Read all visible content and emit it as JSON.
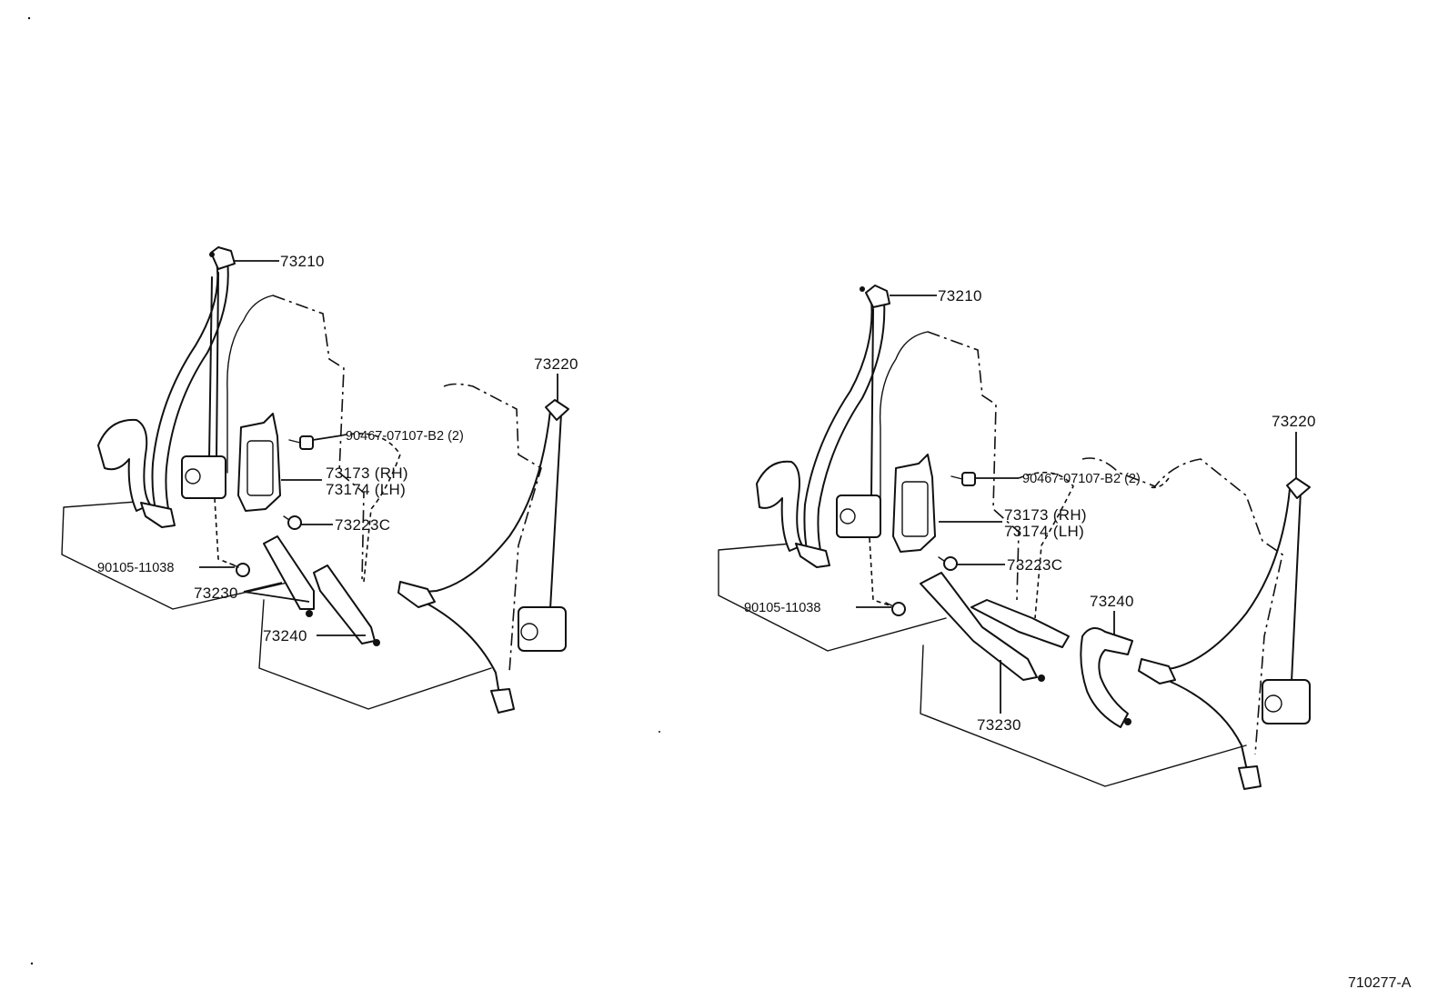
{
  "catalog_number": "710277-A",
  "left_assembly": {
    "shoulder_anchor": "73210",
    "outer_belt": "73220",
    "screw": "90467-07107-B2 (2)",
    "cover_rh": "73173 (RH)",
    "cover_lh": "73174 (LH)",
    "clip": "73223C",
    "bolt": "90105-11038",
    "buckle_inner": "73230",
    "buckle_center": "73240"
  },
  "right_assembly": {
    "shoulder_anchor": "73210",
    "outer_belt": "73220",
    "screw": "90467-07107-B2 (2)",
    "cover_rh": "73173 (RH)",
    "cover_lh": "73174 (LH)",
    "clip": "73223C",
    "bolt": "90105-11038",
    "buckle_center": "73240",
    "buckle_inner": "73230"
  }
}
